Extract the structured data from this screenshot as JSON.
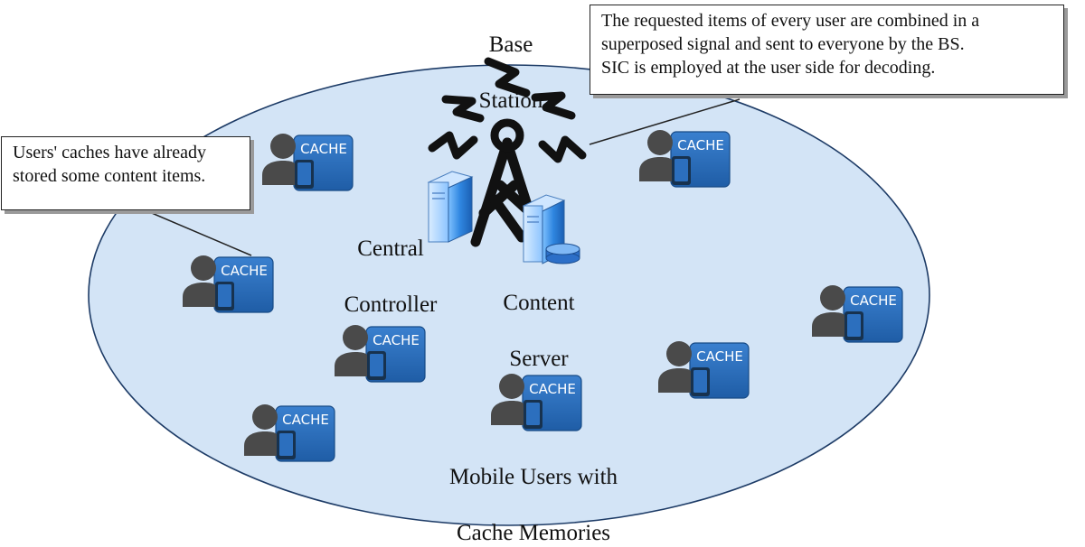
{
  "colors": {
    "cell_fill": "#d3e4f6",
    "cell_stroke": "#1d3b66",
    "cache_box": "#2a70c2",
    "cache_box_dark": "#1f5ba0",
    "person": "#4a4a4a",
    "tower": "#111111",
    "server": "#3a8ee6"
  },
  "tower": {
    "label_line1": "Base",
    "label_line2": "Station"
  },
  "central_controller": {
    "label_line1": "Central",
    "label_line2": "Controller",
    "icon": "server-icon"
  },
  "content_server": {
    "label_line1": "Content",
    "label_line2": "Server",
    "icon": "database-server-icon"
  },
  "users": {
    "cache_label": "CACHE",
    "icon": "user-with-phone-icon",
    "group_label_line1": "Mobile Users with",
    "group_label_line2": "Cache Memories"
  },
  "callouts": {
    "bs": {
      "line1": "The requested items of every user are combined in a",
      "line2": "superposed signal and sent to everyone by the BS.",
      "line3": "SIC is employed at the user side for decoding."
    },
    "user": {
      "line1": "Users' caches have already",
      "line2": "stored some content items."
    }
  }
}
